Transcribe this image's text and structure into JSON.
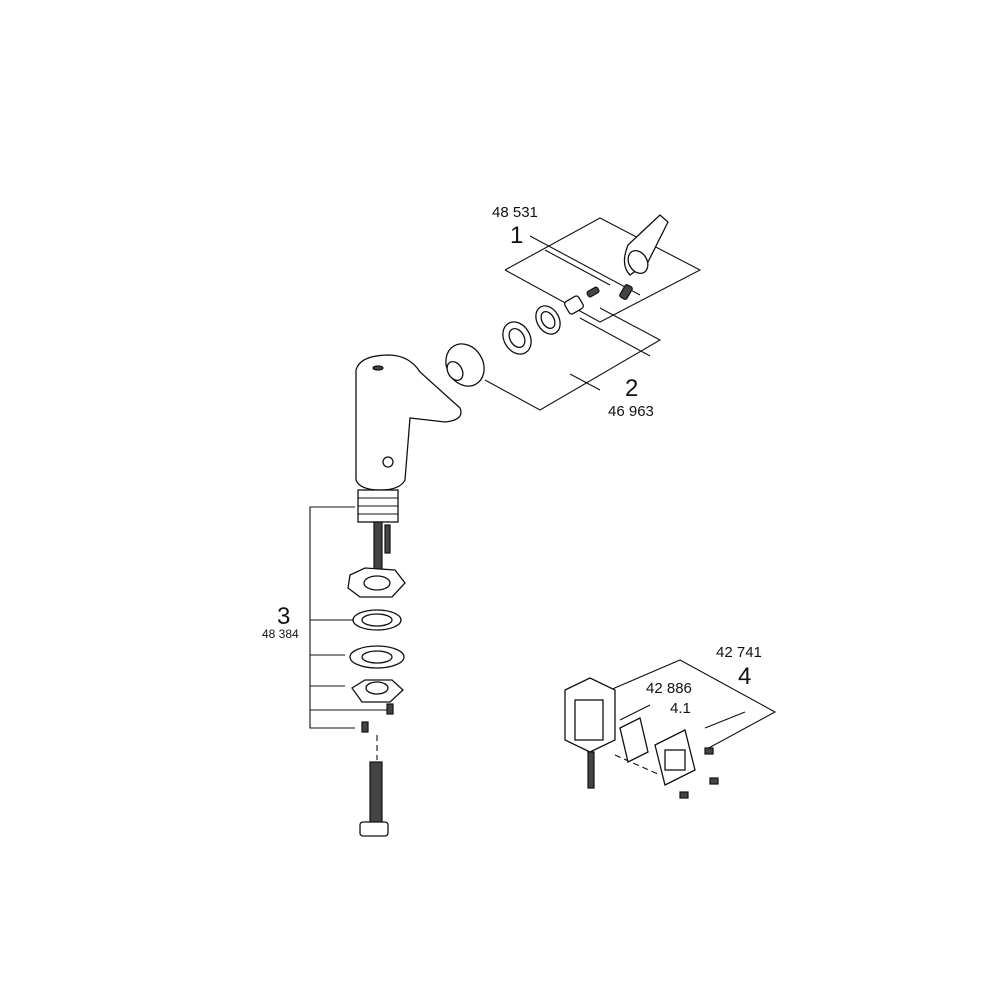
{
  "parts": [
    {
      "pos": "1",
      "code": "48 531"
    },
    {
      "pos": "2",
      "code": "46 963"
    },
    {
      "pos": "3",
      "code": "48 384"
    },
    {
      "pos": "4",
      "code": "42 741"
    },
    {
      "pos": "4.1",
      "code": "42 886"
    }
  ]
}
